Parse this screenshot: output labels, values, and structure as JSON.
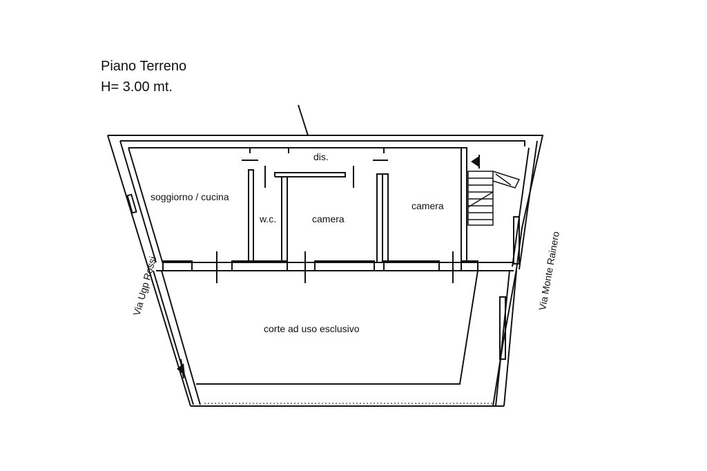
{
  "header": {
    "floor_name": "Piano Terreno",
    "height_note": "H= 3.00 mt."
  },
  "rooms": {
    "soggiorno": "soggiorno / cucina",
    "wc": "w.c.",
    "dis": "dis.",
    "camera_1": "camera",
    "camera_2": "camera",
    "corte": "corte ad uso esclusivo"
  },
  "streets": {
    "left": "Via Ugp Rossi",
    "right": "Via Monte Rainero"
  }
}
